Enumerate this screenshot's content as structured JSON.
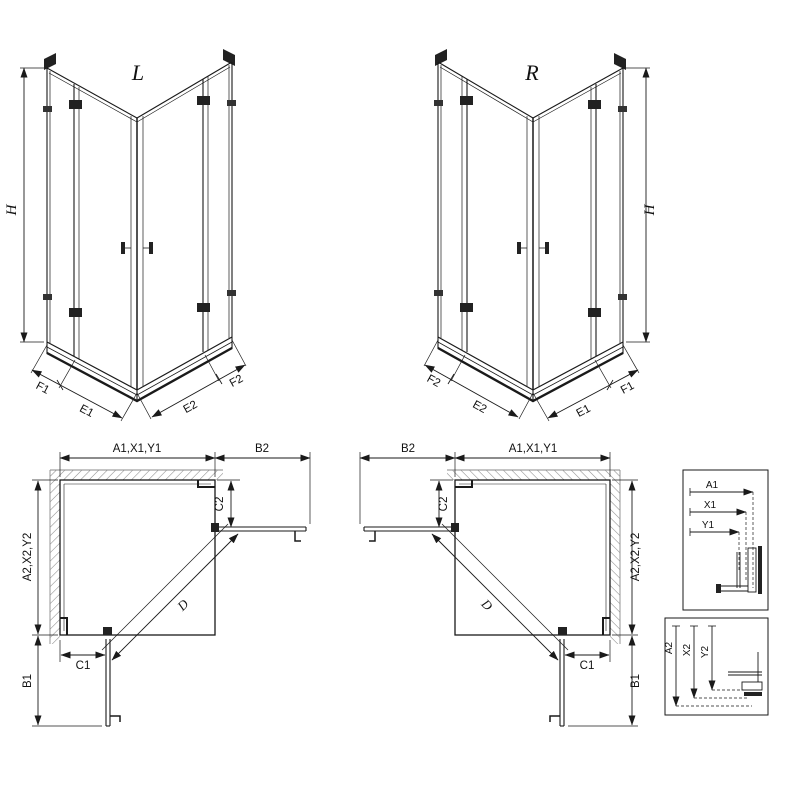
{
  "page": {
    "background": "#ffffff",
    "line_color": "#1a1a1a",
    "hatch_color": "#8a8a8a"
  },
  "views": {
    "elevation_left": {
      "label": "L",
      "height_dim": "H",
      "bottom_left_dims": {
        "outer": "F1",
        "inner": "E1"
      },
      "bottom_right_dims": {
        "inner": "E2",
        "outer": "F2"
      }
    },
    "elevation_right": {
      "label": "R",
      "height_dim": "H",
      "bottom_left_dims": {
        "outer": "F2",
        "inner": "E2"
      },
      "bottom_right_dims": {
        "inner": "E1",
        "outer": "F1"
      }
    },
    "plan_left": {
      "width_dim": "A1,X1,Y1",
      "door_width_dim": "B2",
      "door_offset_dim": "C2",
      "depth_dim": "A2,X2,Y2",
      "side_door_offset_dim": "C1",
      "side_door_width_dim": "B1",
      "diagonal_dim": "D"
    },
    "plan_right": {
      "width_dim": "A1,X1,Y1",
      "door_width_dim": "B2",
      "door_offset_dim": "C2",
      "depth_dim": "A2,X2,Y2",
      "side_door_offset_dim": "C1",
      "side_door_width_dim": "B1",
      "diagonal_dim": "D"
    },
    "detail_width": {
      "dims": [
        "A1",
        "X1",
        "Y1"
      ]
    },
    "detail_depth": {
      "dims": [
        "A2",
        "X2",
        "Y2"
      ]
    }
  }
}
